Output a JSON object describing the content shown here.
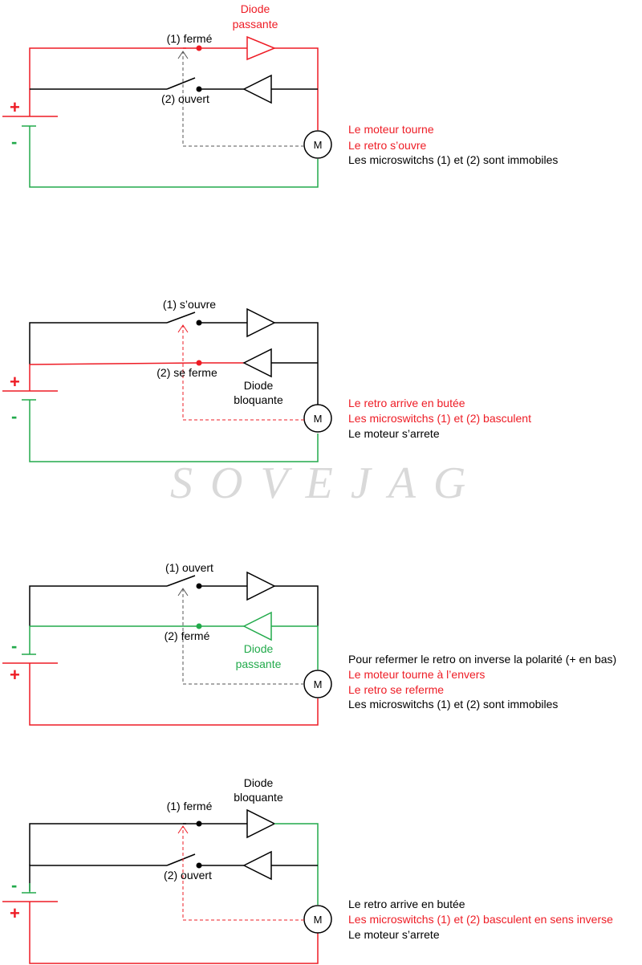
{
  "colors": {
    "red": "#ee1c25",
    "green": "#22aa4b",
    "black": "#000000",
    "watermark": "#d9d9d9"
  },
  "watermark": "SOVEJAG",
  "panels": [
    {
      "diode_label": [
        "Diode",
        "passante"
      ],
      "switch1_label": "(1) fermé",
      "switch2_label": "(2) ouvert",
      "top_sign": "+",
      "bottom_sign": "-",
      "motor_label": "M",
      "notes": [
        {
          "text": "Le moteur tourne",
          "color": "red"
        },
        {
          "text": "Le retro s’ouvre",
          "color": "red"
        },
        {
          "text": "Les microswitchs (1) et (2) sont immobiles",
          "color": "black"
        }
      ]
    },
    {
      "diode_label": [
        "Diode",
        "bloquante"
      ],
      "switch1_label": "(1) s’ouvre",
      "switch2_label": "(2) se ferme",
      "top_sign": "+",
      "bottom_sign": "-",
      "motor_label": "M",
      "notes": [
        {
          "text": "Le retro arrive en butée",
          "color": "red"
        },
        {
          "text": "Les microswitchs (1) et (2) basculent",
          "color": "red"
        },
        {
          "text": "Le moteur s’arrete",
          "color": "black"
        }
      ]
    },
    {
      "diode_label": [
        "Diode",
        "passante"
      ],
      "switch1_label": "(1) ouvert",
      "switch2_label": "(2) fermé",
      "top_sign": "-",
      "bottom_sign": "+",
      "motor_label": "M",
      "notes": [
        {
          "text": "Pour refermer le retro on inverse la polarité (+ en bas)",
          "color": "black"
        },
        {
          "text": "Le moteur tourne à l’envers",
          "color": "red"
        },
        {
          "text": "Le retro se referme",
          "color": "red"
        },
        {
          "text": "Les microswitchs (1) et (2) sont immobiles",
          "color": "black"
        }
      ]
    },
    {
      "diode_label": [
        "Diode",
        "bloquante"
      ],
      "switch1_label": "(1) fermé",
      "switch2_label": "(2) ouvert",
      "top_sign": "-",
      "bottom_sign": "+",
      "motor_label": "M",
      "notes": [
        {
          "text": "Le retro arrive en butée",
          "color": "black"
        },
        {
          "text": "Les microswitchs (1) et (2) basculent en sens inverse",
          "color": "red"
        },
        {
          "text": "Le moteur s’arrete",
          "color": "black"
        }
      ]
    }
  ]
}
